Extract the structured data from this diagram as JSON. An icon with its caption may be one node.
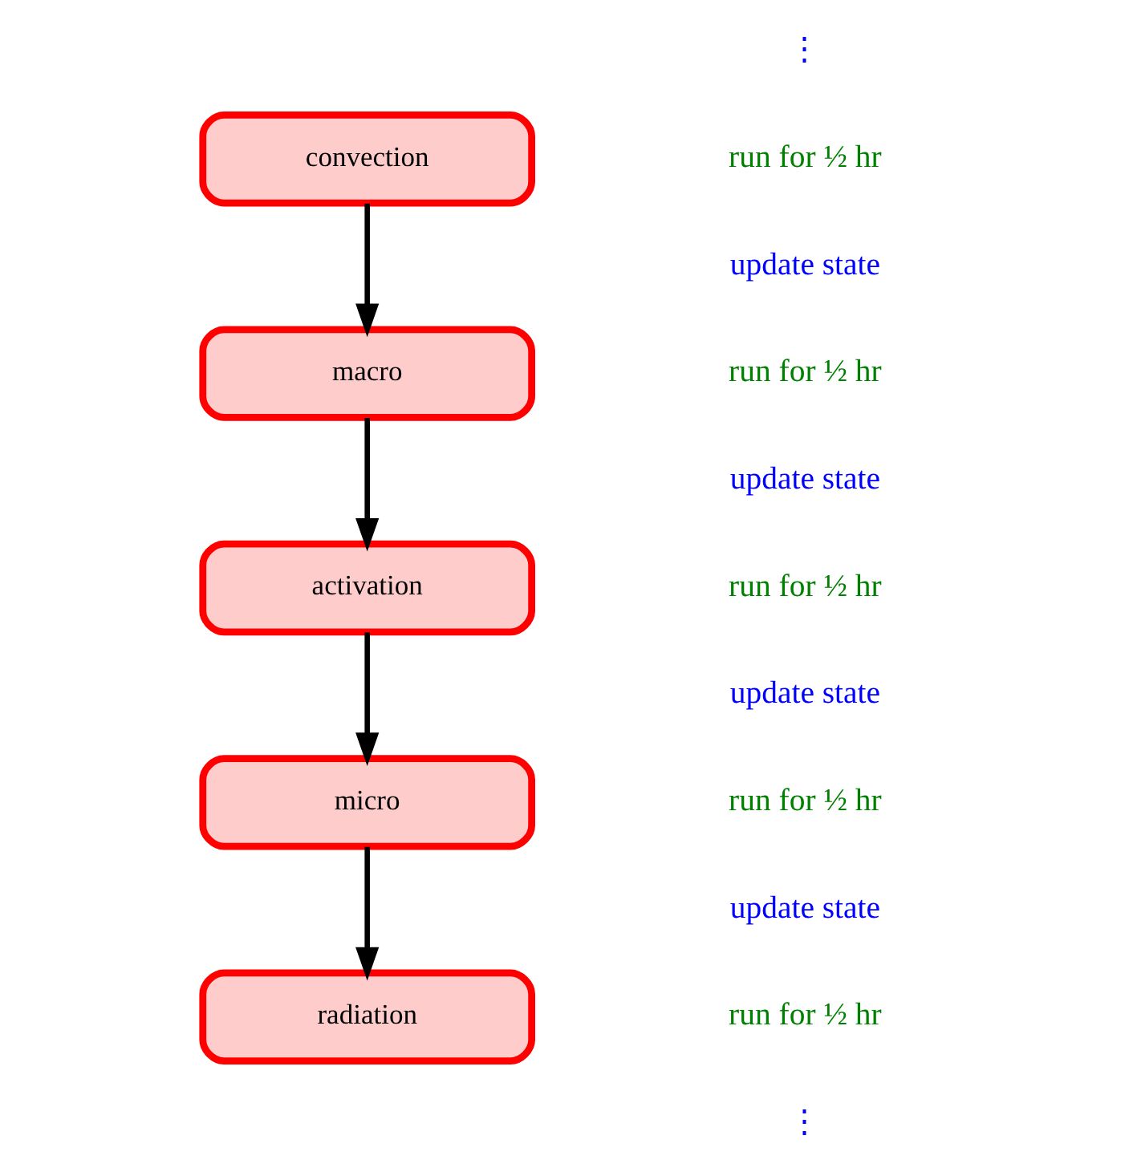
{
  "diagram": {
    "nodes": [
      {
        "text": [
          "convection"
        ]
      },
      {
        "text": [
          "macro"
        ]
      },
      {
        "text": [
          "activation"
        ]
      },
      {
        "text": [
          "micro"
        ]
      },
      {
        "text": [
          "radiation"
        ]
      }
    ],
    "edges": [
      {
        "from": 0,
        "to": 1,
        "arrow": "to"
      },
      {
        "from": 1,
        "to": 2,
        "arrow": "to"
      },
      {
        "from": 2,
        "to": 3,
        "arrow": "to"
      },
      {
        "from": 3,
        "to": 4,
        "arrow": "to"
      }
    ],
    "labels": [
      "⋮",
      "run for ½ hr",
      "update state",
      "run for ½ hr",
      "update state",
      "run for ½ hr",
      "update state",
      "run for ½ hr",
      "update state",
      "run for ½ hr",
      "⋮"
    ]
  }
}
